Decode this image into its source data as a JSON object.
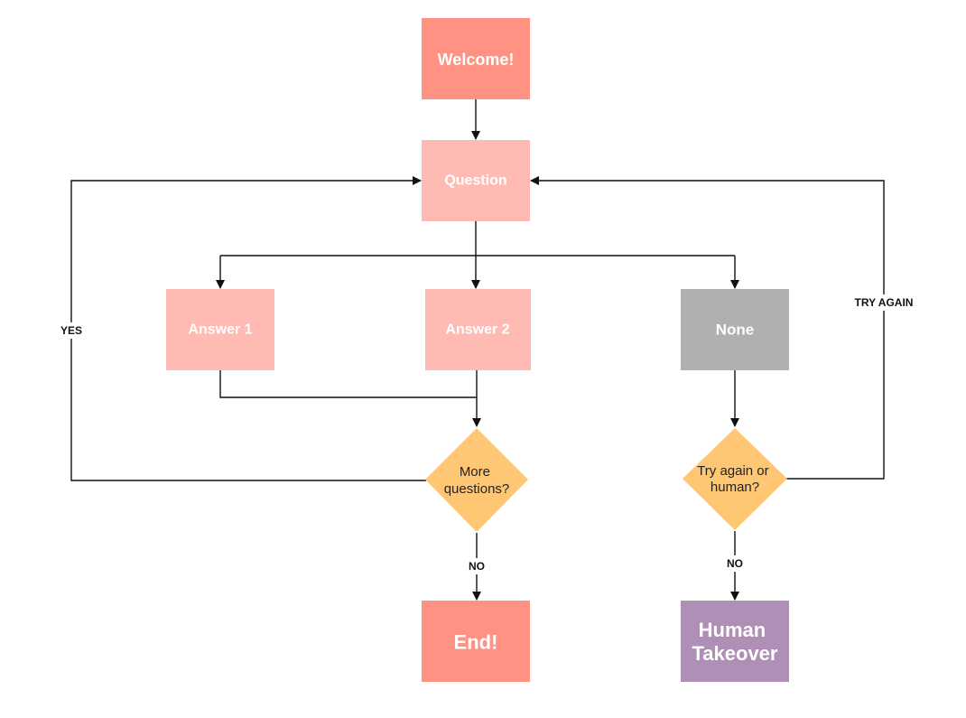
{
  "colors": {
    "welcome": "#ff9283",
    "question": "#ffbbb3",
    "answer": "#ffbbb3",
    "none": "#b0b0b0",
    "decision": "#ffc673",
    "end": "#ff9283",
    "human": "#b08fb6",
    "edge": "#111111",
    "label_bg": "#ffffff"
  },
  "nodes": {
    "welcome": "Welcome!",
    "question": "Question",
    "answer1": "Answer 1",
    "answer2": "Answer 2",
    "none": "None",
    "more_questions": [
      "More",
      "questions?"
    ],
    "try_again_or_human": [
      "Try again or",
      "human?"
    ],
    "end": "End!",
    "human_takeover": [
      "Human",
      "Takeover"
    ]
  },
  "edge_labels": {
    "yes": "YES",
    "no_left": "NO",
    "no_right": "NO",
    "try_again": "TRY AGAIN"
  }
}
